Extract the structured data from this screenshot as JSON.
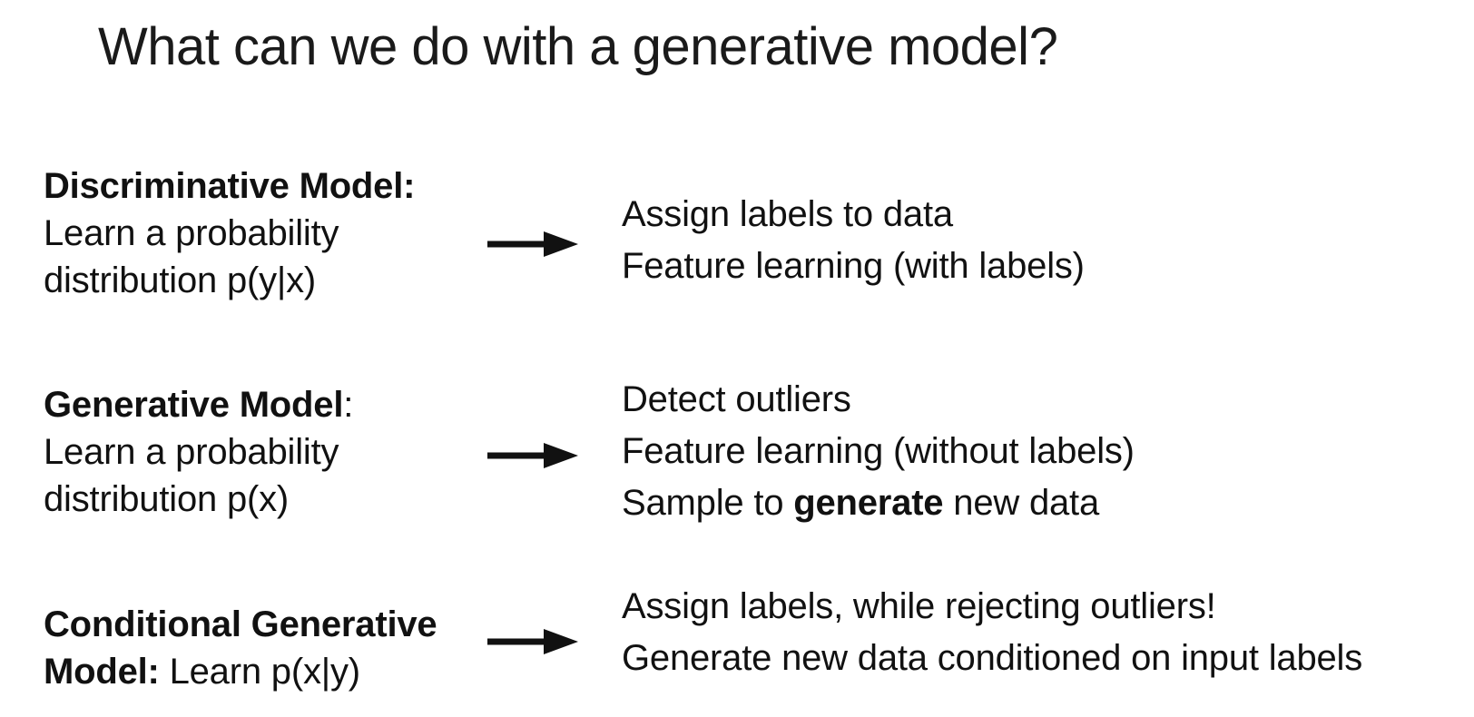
{
  "title": "What can we do with a generative model?",
  "colors": {
    "background": "#ffffff",
    "text": "#111111"
  },
  "icons": {
    "flow_arrow": "right-arrow"
  },
  "rows": {
    "discriminative": {
      "heading": "Discriminative Model:",
      "desc_line1": "Learn a probability",
      "desc_line2": "distribution p(y|x)",
      "outcomes": {
        "line1": "Assign labels to data",
        "line2": "Feature learning (with labels)"
      }
    },
    "generative": {
      "heading": "Generative Model",
      "heading_suffix": ":",
      "desc_line1": "Learn a probability",
      "desc_line2": "distribution p(x)",
      "outcomes": {
        "line1": "Detect outliers",
        "line2": "Feature learning (without labels)",
        "line3_pre": "Sample to ",
        "line3_bold": "generate",
        "line3_post": " new data"
      }
    },
    "conditional": {
      "heading_line1": "Conditional Generative",
      "heading_line2_bold": "Model:",
      "heading_line2_rest": " Learn p(x|y)",
      "outcomes": {
        "line1": "Assign labels, while rejecting outliers!",
        "line2": "Generate new data conditioned on input labels"
      }
    }
  }
}
